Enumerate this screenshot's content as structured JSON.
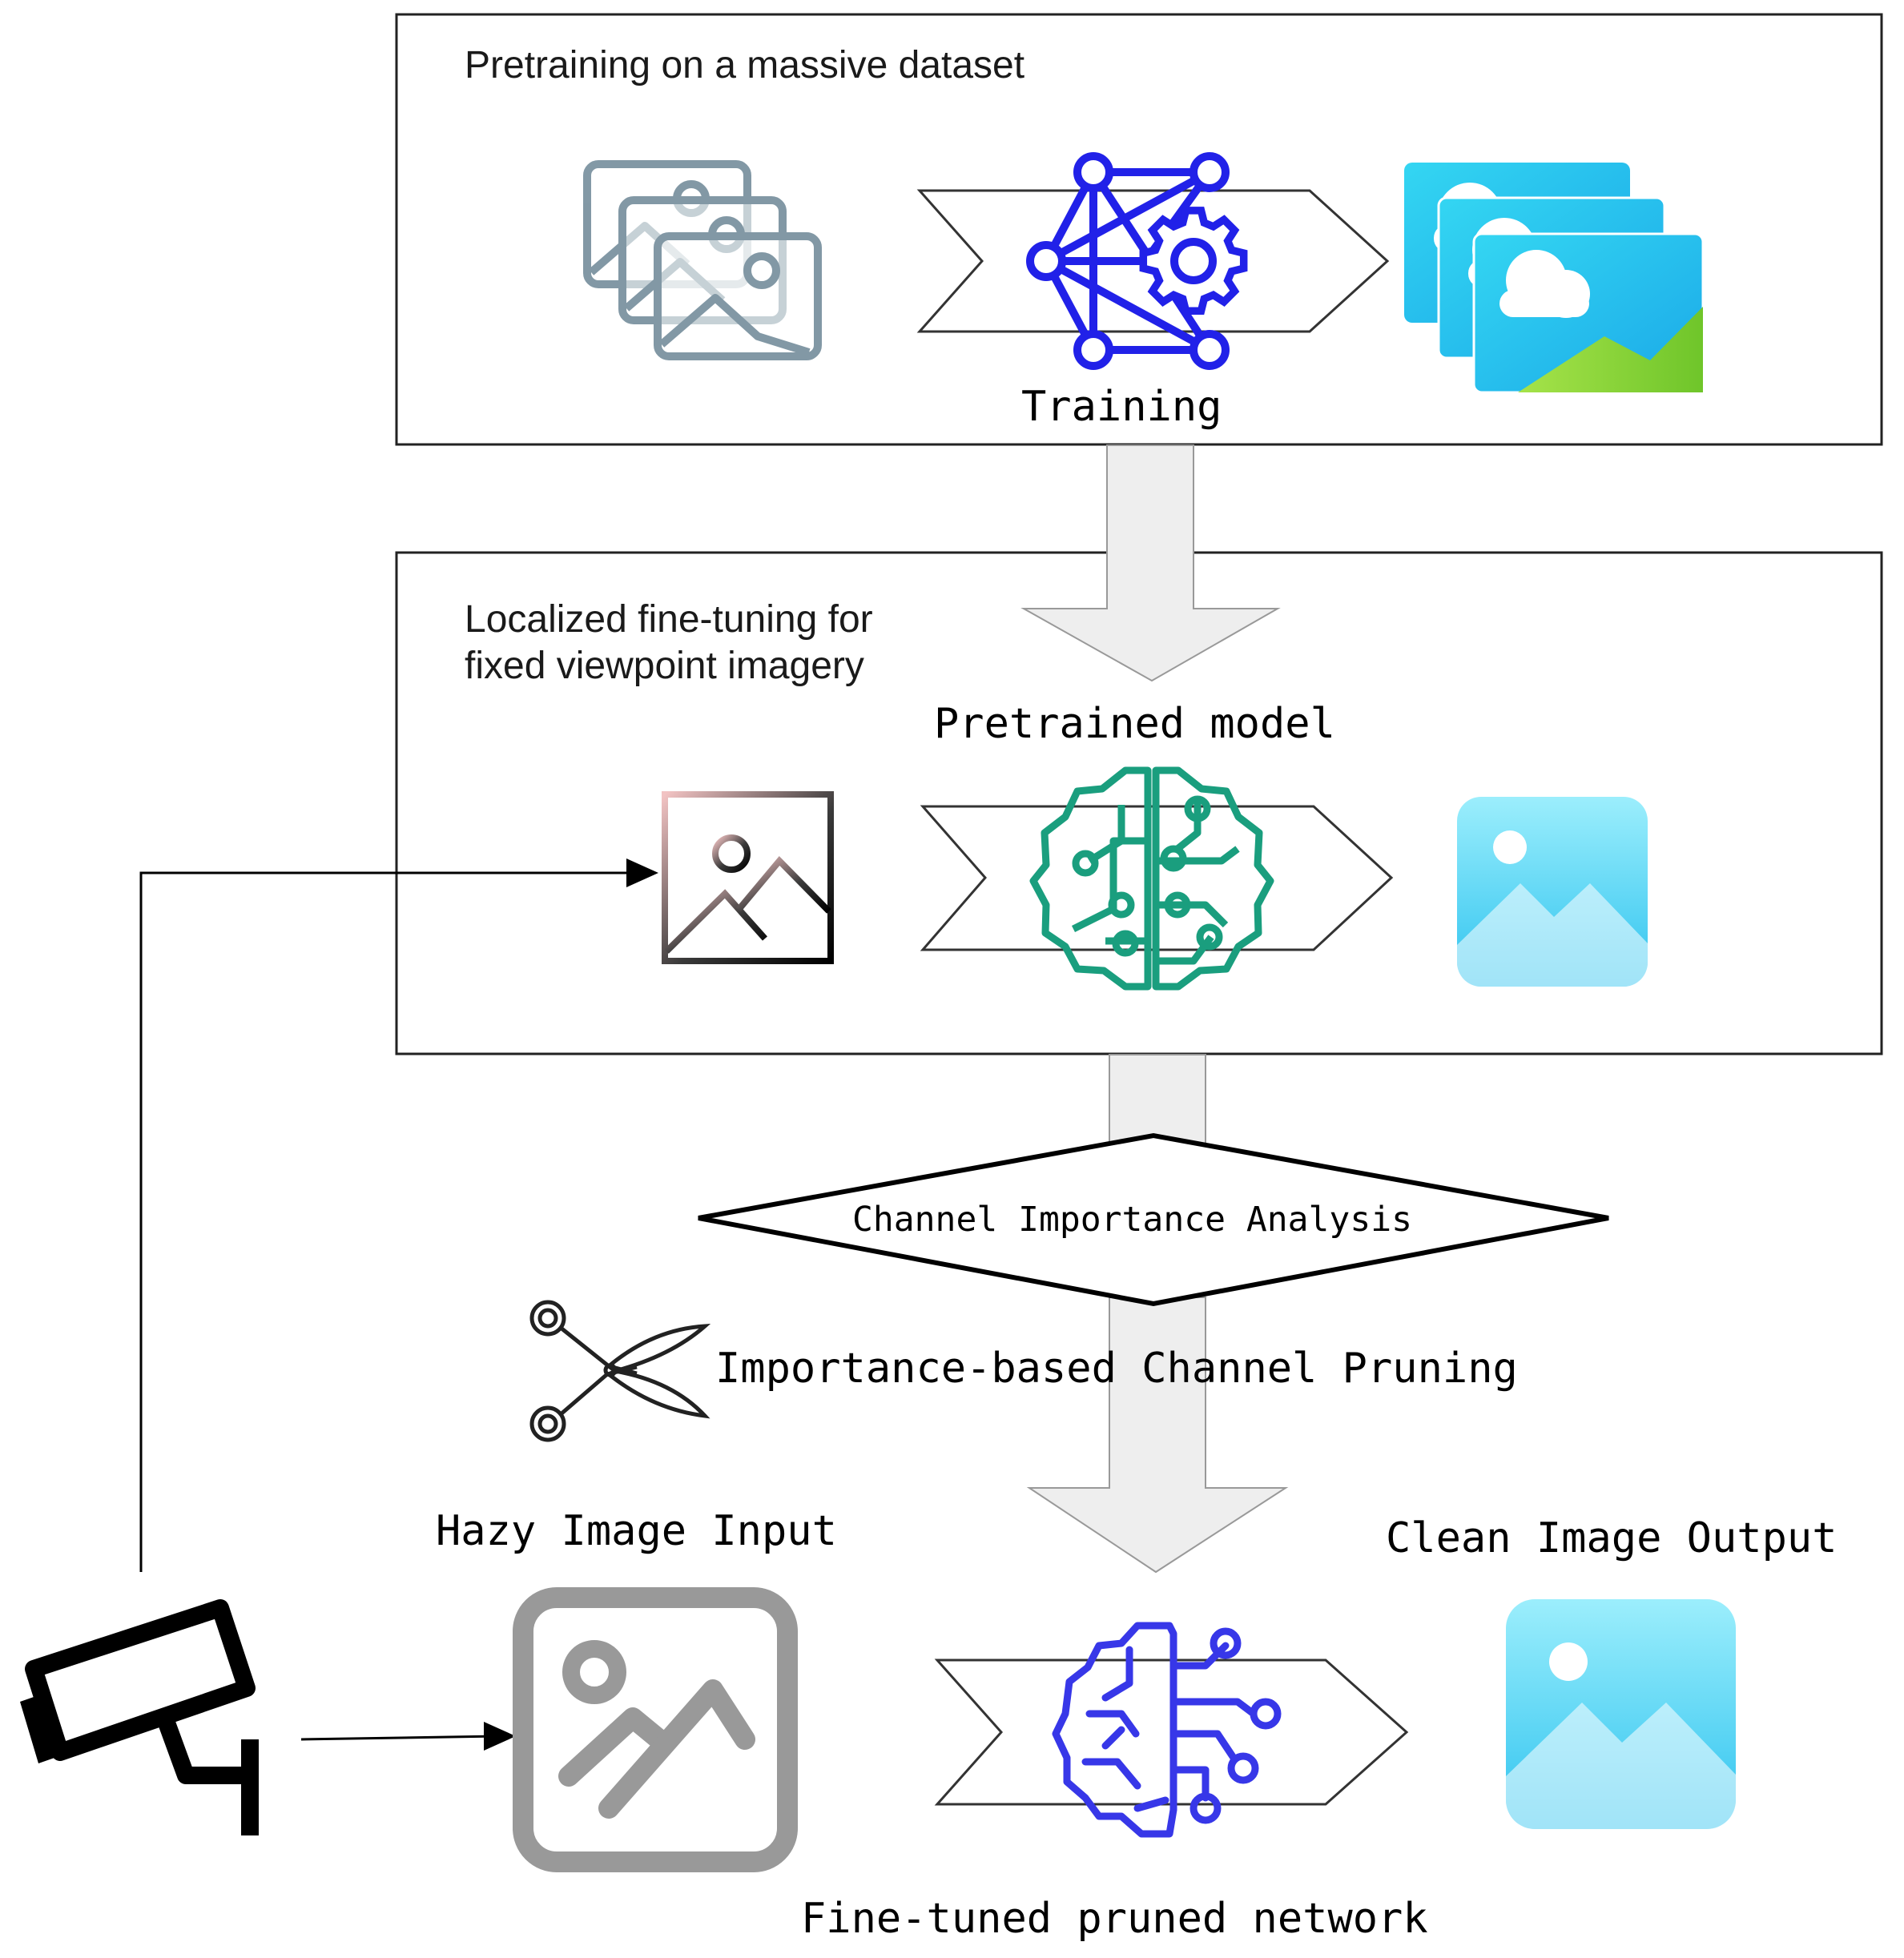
{
  "stage1": {
    "title": "Pretraining on a massive dataset",
    "process_label": "Training",
    "input_icon": "image-stack-gray-icon",
    "model_icon": "neural-network-gear-icon",
    "output_icon": "image-stack-cloud-icon"
  },
  "stage2": {
    "title_line1": "Localized fine-tuning for",
    "title_line2": "fixed viewpoint imagery",
    "model_label": "Pretrained model",
    "input_icon": "image-outline-icon",
    "model_icon": "circuit-brain-icon",
    "output_icon": "image-blue-icon"
  },
  "pruning": {
    "analysis_label": "Channel Importance Analysis",
    "pruning_label": "Importance-based Channel Pruning",
    "tool_icon": "scissors-icon"
  },
  "stage3": {
    "input_label": "Hazy Image Input",
    "output_label": "Clean Image Output",
    "network_label": "Fine-tuned pruned network",
    "camera_icon": "cctv-camera-icon",
    "input_icon": "image-gray-icon",
    "model_icon": "pruned-brain-icon",
    "output_icon": "image-blue-icon"
  },
  "colors": {
    "network_blue": "#2020e0",
    "brain_green": "#1a9e7e",
    "sky_blue": "#31c4ee",
    "grass_green": "#86d62e",
    "arrow_fill": "#eeeeee",
    "hazy_gray": "#999999"
  }
}
